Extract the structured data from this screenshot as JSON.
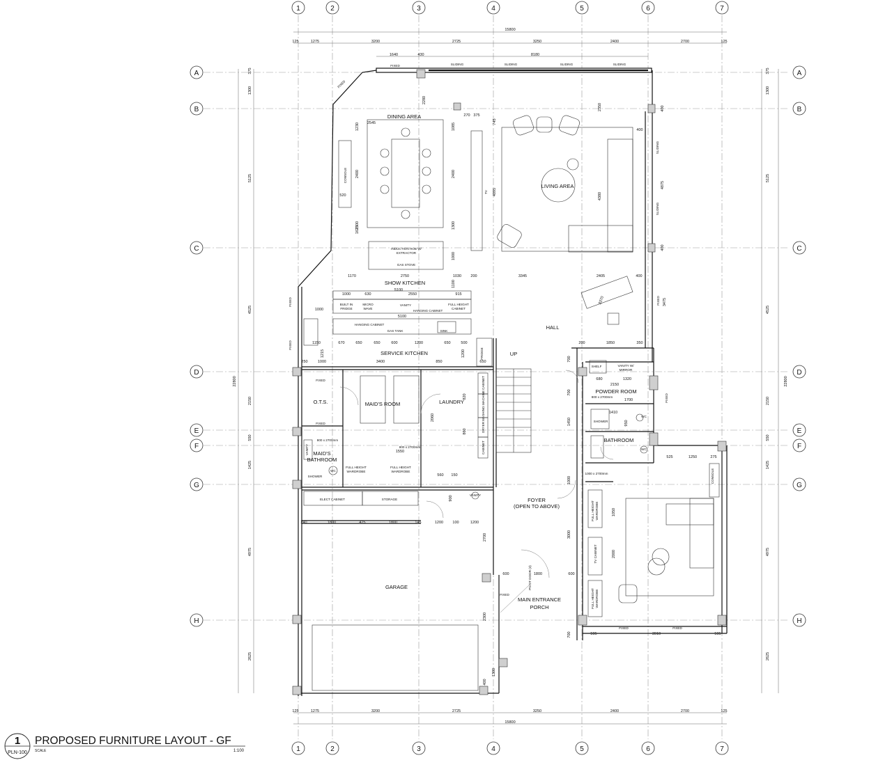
{
  "grid": {
    "columns": [
      "1",
      "2",
      "3",
      "4",
      "5",
      "6",
      "7"
    ],
    "rows": [
      "A",
      "B",
      "C",
      "D",
      "E",
      "F",
      "G",
      "H"
    ]
  },
  "dimensions": {
    "overall_top": "15800",
    "overall_bottom": "15800",
    "overall_left": "22800",
    "overall_right": "22800",
    "col_spans_top": [
      "125",
      "1275",
      "3200",
      "2725",
      "3250",
      "2400",
      "2700",
      "125"
    ],
    "col_spans_bottom": [
      "125",
      "1275",
      "3200",
      "2725",
      "3250",
      "2400",
      "2700",
      "125"
    ],
    "row_spans_left": [
      "375",
      "1300",
      "5125",
      "4525",
      "2150",
      "550",
      "1425",
      "4975",
      "2625"
    ],
    "row_spans_right": [
      "375",
      "1300",
      "5125",
      "4525",
      "2150",
      "550",
      "1425",
      "4975",
      "2625"
    ],
    "window_top": [
      "1640",
      "430",
      "8180"
    ]
  },
  "rooms": {
    "dining": "DINING AREA",
    "living": "LIVING AREA",
    "show_kitchen": "SHOW KITCHEN",
    "service_kitchen": "SERVICE KITCHEN",
    "hall": "HALL",
    "powder": "POWDER ROOM",
    "ots": "O.T.S.",
    "maids_room": "MAID'S ROOM",
    "laundry": "LAUNDRY",
    "maids_bath_1": "MAID'S",
    "maids_bath_2": "BATHROOM",
    "bathroom": "BATHROOM",
    "foyer_1": "FOYER",
    "foyer_2": "(OPEN TO ABOVE)",
    "garage": "GARAGE",
    "porch_1": "MAIN ENTRANCE",
    "porch_2": "PORCH",
    "up": "UP"
  },
  "labels": {
    "fixed": "FIXED",
    "sliding": "SLIDING",
    "console": "CONSOLE",
    "tv": "TV",
    "induction_1": "INDUCTION HOB W/",
    "induction_2": "EXTRACTOR",
    "gas_stove": "GAS STOVE",
    "built_in_fridge_1": "BUILT IN",
    "built_in_fridge_2": "FRIDGE",
    "micro_1": "MICRO",
    "micro_2": "WAVE",
    "vanity": "VANITY",
    "hanging_cabinet": "HANGING CABINET",
    "full_height_cabinet_1": "FULL HEIGHT",
    "full_height_cabinet_2": "CABINET",
    "gas_tank": "GAS TANK",
    "sink": "SINK",
    "fridge": "FRIDGE",
    "cabinet": "CABINET",
    "washing_machine": "WASHING MACHINE",
    "dryer": "DRYER",
    "shelf": "SHELF",
    "vanity_mirror_1": "VANITY W/",
    "vanity_mirror_2": "MIRROR",
    "shower": "SHOWER",
    "wc": "WC",
    "full_height_wardrobe_1": "FULL HEIGHT",
    "full_height_wardrobe_2": "WARDROBE",
    "elect_cabinet": "ELECT CABINET",
    "storage": "STORAGE",
    "tv_cabinet": "TV CABINET",
    "door_800": "800 x 2700mm",
    "door_1000": "1000 x 2700mm",
    "pivot_door": "PIVOT DOOR (4)"
  },
  "interior_dims": {
    "d2545": "2545",
    "d1230": "1230",
    "d2400": "2400",
    "d1300": "1300",
    "d1625": "1625",
    "d520": "520",
    "d2280": "2280",
    "d270": "270",
    "d375": "375",
    "d1085": "1085",
    "d745": "745",
    "d4095": "4095",
    "d2350": "2350",
    "d400": "400",
    "d4380": "4380",
    "d4875": "4875",
    "d1000": "1000",
    "d1170": "1170",
    "d2750": "2750",
    "d1030": "1030",
    "d200": "200",
    "d3345": "3345",
    "d2405": "2405",
    "d5100": "5100",
    "d630": "630",
    "d2550": "2550",
    "d915": "915",
    "d1100": "1100",
    "d3370": "3370",
    "d3475": "3475",
    "d1150": "1150",
    "d670": "670",
    "d650": "650",
    "d600": "600",
    "d1200": "1200",
    "d500": "500",
    "d1215": "1215",
    "d250": "250",
    "d3400": "3400",
    "d850": "850",
    "d1850": "1850",
    "d350": "350",
    "d700": "700",
    "d680": "680",
    "d1320": "1320",
    "d2150": "2150",
    "d1700": "1700",
    "d1410": "1410",
    "d950": "950",
    "d1450": "1450",
    "d525": "525",
    "d1250": "1250",
    "d275": "275",
    "d1800": "1800",
    "d240": "240",
    "d425": "425",
    "d145": "145",
    "d100": "100",
    "d2700": "2700",
    "d900": "900",
    "d3000": "3000",
    "d2000": "2000",
    "d1050": "1050",
    "d2300": "2300",
    "d1300b": "1300",
    "d595": "595",
    "d3910": "3910",
    "d2060": "2060",
    "d820": "820",
    "d860": "860",
    "d1550": "1550",
    "d150": "150",
    "d560": "560"
  },
  "title_block": {
    "number": "1",
    "sheet": "PLN-100",
    "title": "PROPOSED FURNITURE LAYOUT - GF",
    "scale_label": "SCALE",
    "scale": "1:100"
  }
}
